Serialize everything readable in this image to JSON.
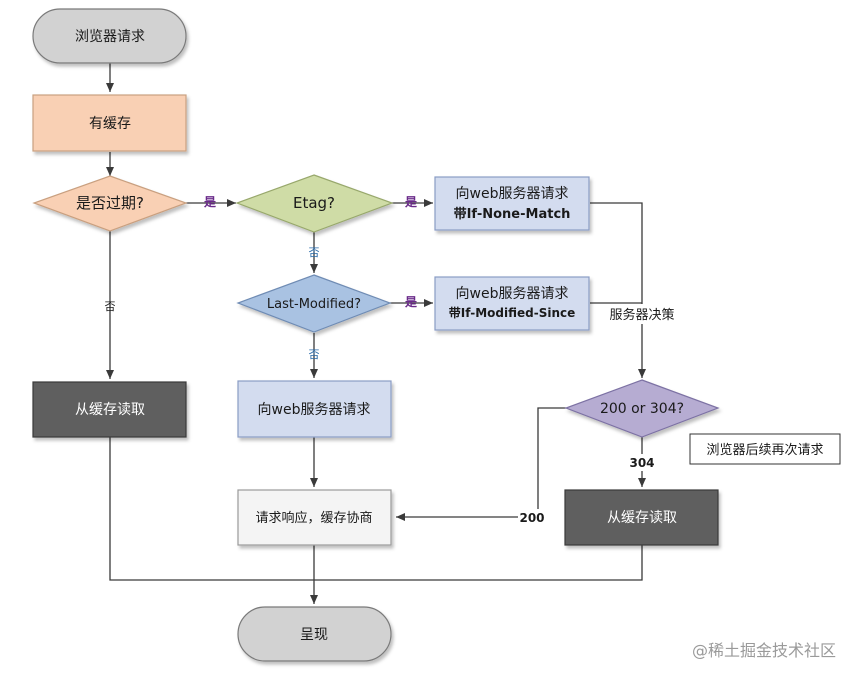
{
  "nodes": {
    "start": "浏览器请求",
    "has_cache": "有缓存",
    "expired": "是否过期?",
    "etag": "Etag?",
    "req_none_match_1": "向web服务器请求",
    "req_none_match_2": "带If-None-Match",
    "last_modified": "Last-Modified?",
    "req_mod_since_1": "向web服务器请求",
    "req_mod_since_2": "带If-Modified-Since",
    "read_cache_left": "从缓存读取",
    "req_server": "向web服务器请求",
    "status": "200 or 304?",
    "read_cache_right": "从缓存读取",
    "negotiate": "请求响应，缓存协商",
    "present": "呈现"
  },
  "edges": {
    "yes_expired": "是",
    "yes_etag": "是",
    "yes_lastmod": "是",
    "no_etag": "否",
    "no_expired": "否",
    "no_lastmod": "否",
    "server_decide": "服务器决策",
    "code_304": "304",
    "code_200": "200"
  },
  "callout": "浏览器后续再次请求",
  "watermark": "@稀土掘金技术社区",
  "colors": {
    "terminal": "#d2d2d2",
    "orange": "#f9d0b4",
    "green": "#cfdca6",
    "blue_box": "#d3dcef",
    "blue_diamond": "#a9c2e2",
    "purple": "#b6acd2",
    "dark": "#5e5e5e",
    "light_box": "#f4f4f4",
    "yes_color": "#6a2a8a",
    "no_color": "#2a6aa8"
  }
}
